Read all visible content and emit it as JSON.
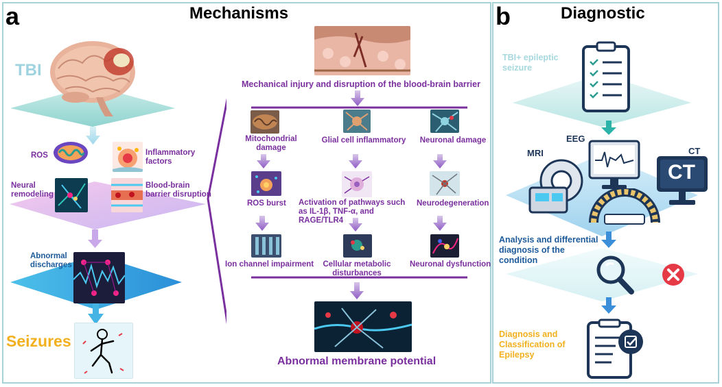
{
  "panel_a": {
    "letter": "a",
    "title": "Mechanisms",
    "tbi_label": "TBI",
    "ros_label": "ROS",
    "inflammatory_label": "Inflammatory factors",
    "neural_remodeling_label": "Neural remodeling",
    "bbb_disruption_label": "Blood-brain barrier disruption",
    "abnormal_discharges_label": "Abnormal discharges",
    "seizures_label": "Seizures",
    "mechanical_injury_label": "Mechanical injury and disruption of the blood-brain barrier",
    "columns": [
      {
        "stage1": "Mitochondrial damage",
        "stage2": "ROS burst",
        "stage3": "Ion channel impairment"
      },
      {
        "stage1": "Glial cell inflammatory",
        "stage2": "Activation of pathways such as IL-1β, TNF-α, and RAGE/TLR4",
        "stage3": "Cellular metabolic disturbances"
      },
      {
        "stage1": "Neuronal damage",
        "stage2": "Neurodegeneration",
        "stage3": "Neuronal dysfunction"
      }
    ],
    "membrane_label": "Abnormal membrane potential"
  },
  "panel_b": {
    "letter": "b",
    "title": "Diagnostic",
    "tbi_seizure_label": "TBI+ epileptic seizure",
    "eeg_label": "EEG",
    "mri_label": "MRI",
    "ct_label": "CT",
    "ct_screen_text": "CT",
    "analysis_label": "Analysis and differential diagnosis of the condition",
    "diagnosis_label": "Diagnosis and Classification of Epilepsy"
  },
  "colors": {
    "purple": "#7a2f9e",
    "teal": "#a7d3d8",
    "seizure_orange": "#f2b01e",
    "tbi_blue": "#9fd3e0",
    "analysis_blue": "#1d5a9a"
  }
}
